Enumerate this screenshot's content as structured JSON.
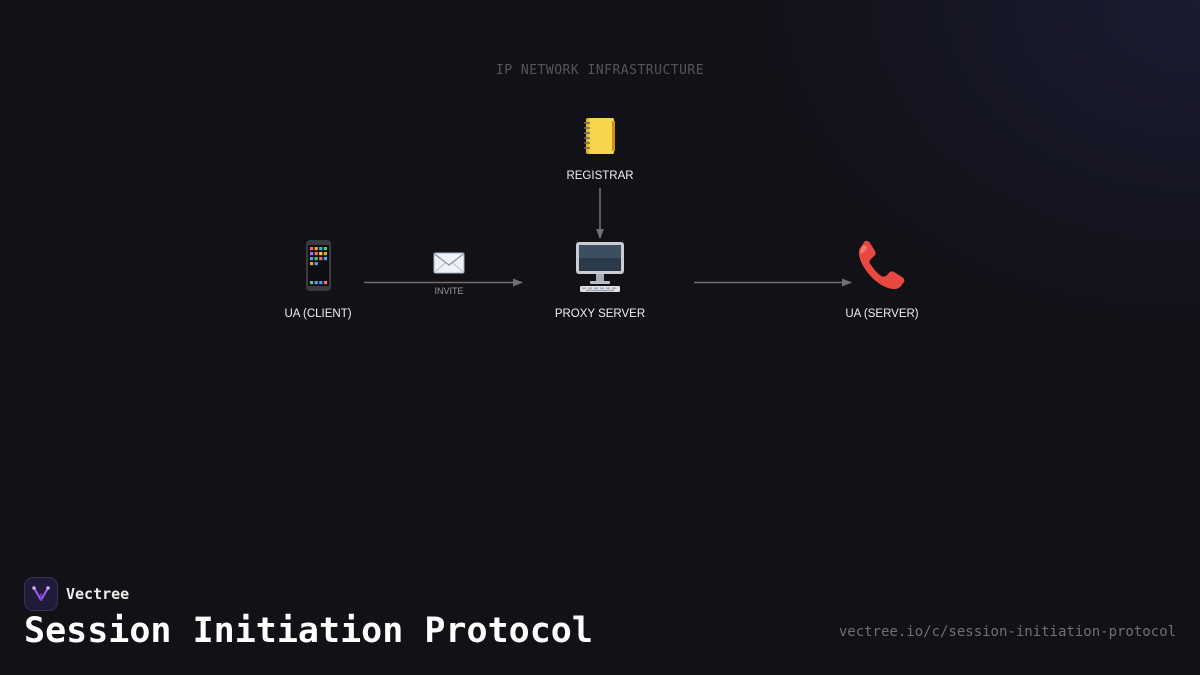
{
  "diagram": {
    "region_label": "IP NETWORK INFRASTRUCTURE",
    "nodes": {
      "registrar": {
        "label": "REGISTRAR",
        "icon": "notebook-icon"
      },
      "ua_client": {
        "label": "UA (CLIENT)",
        "icon": "mobile-phone-icon"
      },
      "proxy_server": {
        "label": "PROXY SERVER",
        "icon": "desktop-computer-icon"
      },
      "ua_server": {
        "label": "UA (SERVER)",
        "icon": "telephone-receiver-icon"
      }
    },
    "edges": {
      "client_to_proxy": {
        "label": "INVITE",
        "icon": "envelope-icon"
      },
      "registrar_to_proxy": {
        "label": ""
      },
      "proxy_to_server": {
        "label": ""
      }
    },
    "colors": {
      "edge": "#707070",
      "background": "#111116"
    }
  },
  "footer": {
    "brand_name": "Vectree",
    "title": "Session Initiation Protocol",
    "url": "vectree.io/c/session-initiation-protocol"
  }
}
